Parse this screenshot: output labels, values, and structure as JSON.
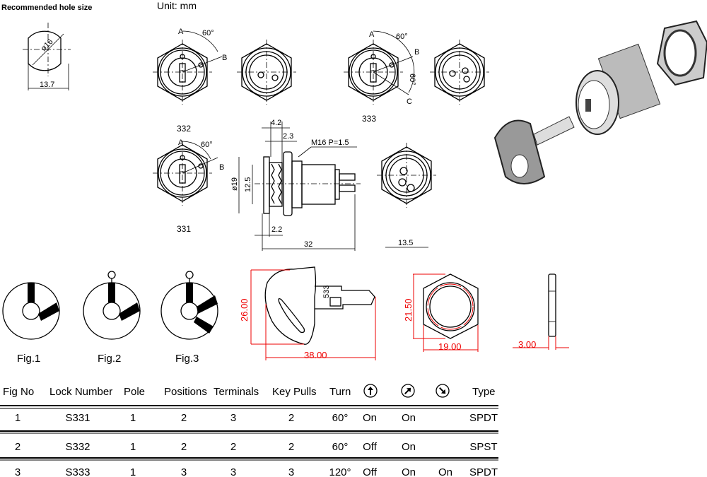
{
  "header": {
    "hole_title": "Recommended hole size",
    "unit": "Unit: mm"
  },
  "hole": {
    "diameter": "ø16",
    "width": "13.7"
  },
  "views": {
    "label_332": "332",
    "label_333": "333",
    "label_331": "331",
    "pos_a": "A",
    "pos_b": "B",
    "pos_c": "C",
    "angle": "60°"
  },
  "side_view": {
    "d1": "4.2",
    "d2": "2.3",
    "thread": "M16  P=1.5",
    "dia": "ø19",
    "inner": "12.5",
    "d3": "2.2",
    "length": "32",
    "front_width": "13.5"
  },
  "figs": [
    "Fig.1",
    "Fig.2",
    "Fig.3"
  ],
  "key": {
    "code": "533",
    "height": "26.00",
    "length": "38.00"
  },
  "nut": {
    "height": "21.50",
    "width": "19.00",
    "thickness": "3.00"
  },
  "colors": {
    "dimension": "#ee0000",
    "line": "#000000"
  },
  "table": {
    "headers": [
      "Fig No",
      "Lock Number",
      "Pole",
      "Positions",
      "Terminals",
      "Key Pulls",
      "Turn"
    ],
    "icon_headers": [
      "arrow-up-circle-icon",
      "arrow-up-right-circle-icon",
      "arrow-down-right-circle-icon"
    ],
    "type_header": "Type",
    "rows": [
      [
        "1",
        "S331",
        "1",
        "2",
        "3",
        "2",
        "60°",
        "On",
        "On",
        "",
        "SPDT"
      ],
      [
        "2",
        "S332",
        "1",
        "2",
        "2",
        "2",
        "60°",
        "Off",
        "On",
        "",
        "SPST"
      ],
      [
        "3",
        "S333",
        "1",
        "3",
        "3",
        "3",
        "120°",
        "Off",
        "On",
        "On",
        "SPDT"
      ]
    ]
  }
}
